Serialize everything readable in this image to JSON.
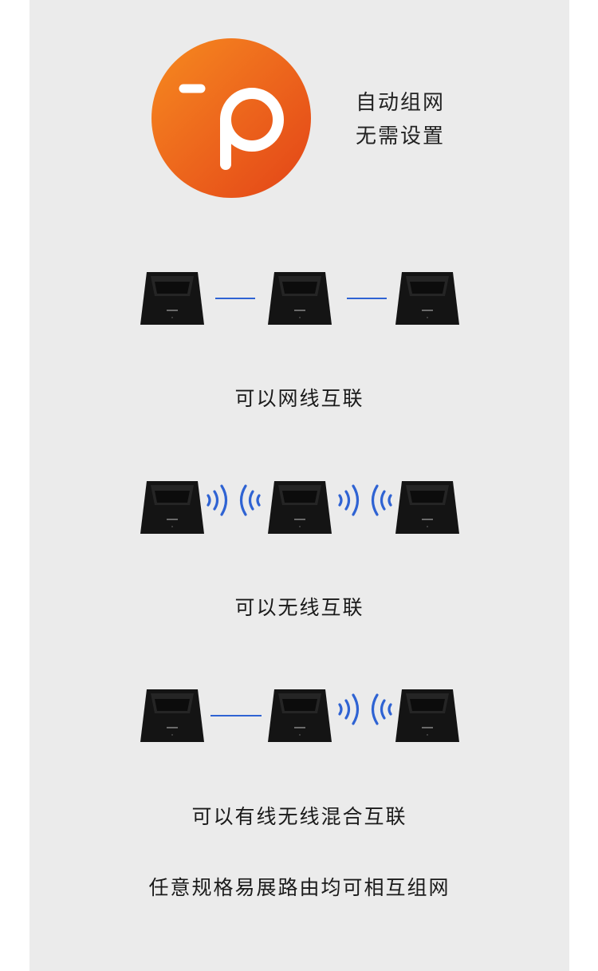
{
  "tagline": {
    "line1": "自动组网",
    "line2": "无需设置"
  },
  "captions": {
    "wired": "可以网线互联",
    "wireless": "可以无线互联",
    "mixed": "可以有线无线混合互联",
    "any_model": "任意规格易展路由均可相互组网"
  },
  "icons": {
    "logo": "easy-mesh-logo",
    "router": "mesh-router-icon",
    "wifi": "wifi-waves-icon",
    "wire": "ethernet-link-line"
  },
  "colors": {
    "logo_gradient_start": "#f68a1f",
    "logo_gradient_end": "#e34417",
    "link_blue": "#2f63d3",
    "panel_bg": "#ebebeb"
  }
}
